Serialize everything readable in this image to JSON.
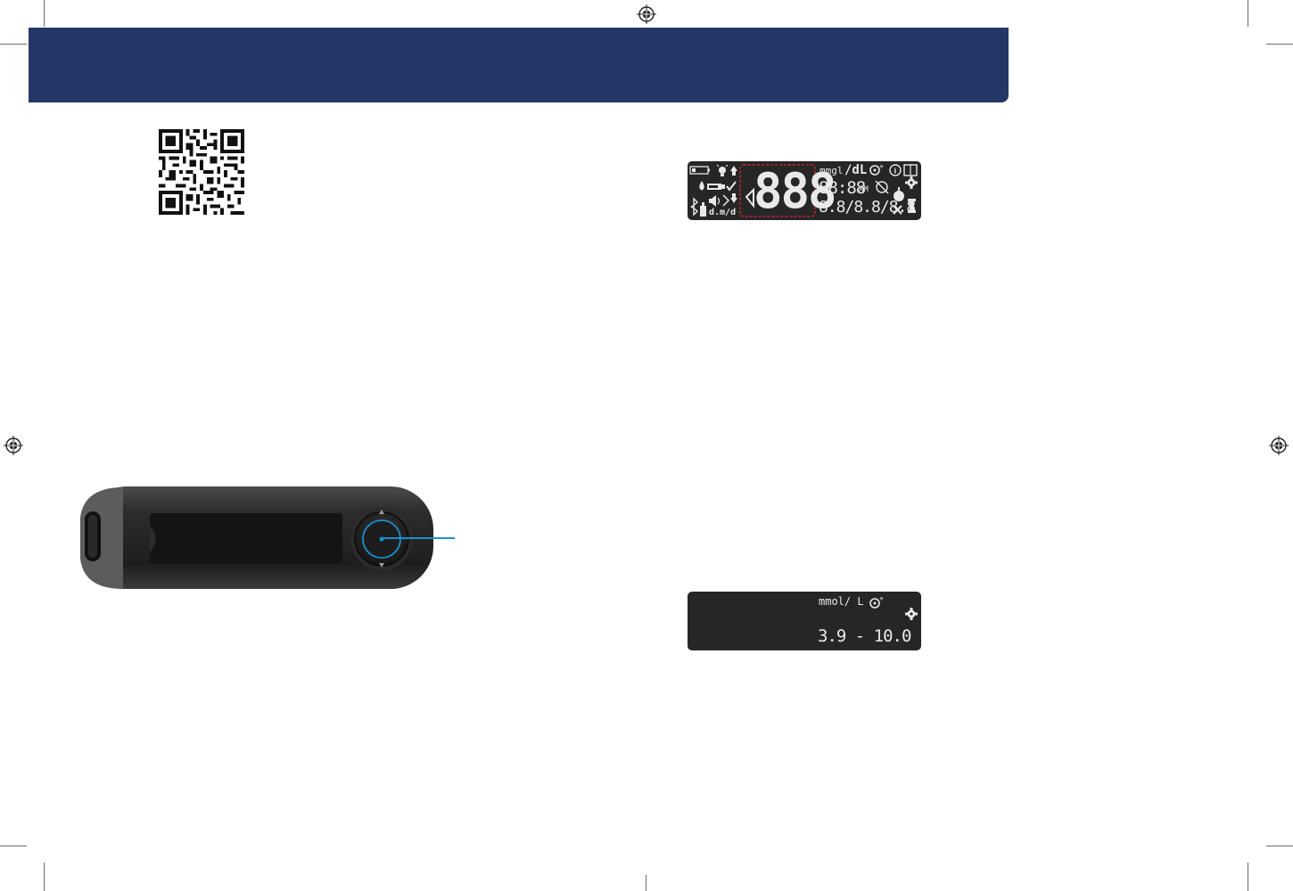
{
  "header": {
    "color": "#243766"
  },
  "qr_code": {
    "description_icon": "qr-code"
  },
  "display_full": {
    "main_digits": "888",
    "unit_mg": "mmgl",
    "unit_dl": "/dL",
    "time": "88:88",
    "am": "AM",
    "date_format": "d.m/d",
    "date": "8.8/8.8/8.8"
  },
  "display_range": {
    "unit": "mmol/ L",
    "range": "3.9 - 10.0"
  },
  "meter": {
    "button_color": "#1a8fd0"
  }
}
